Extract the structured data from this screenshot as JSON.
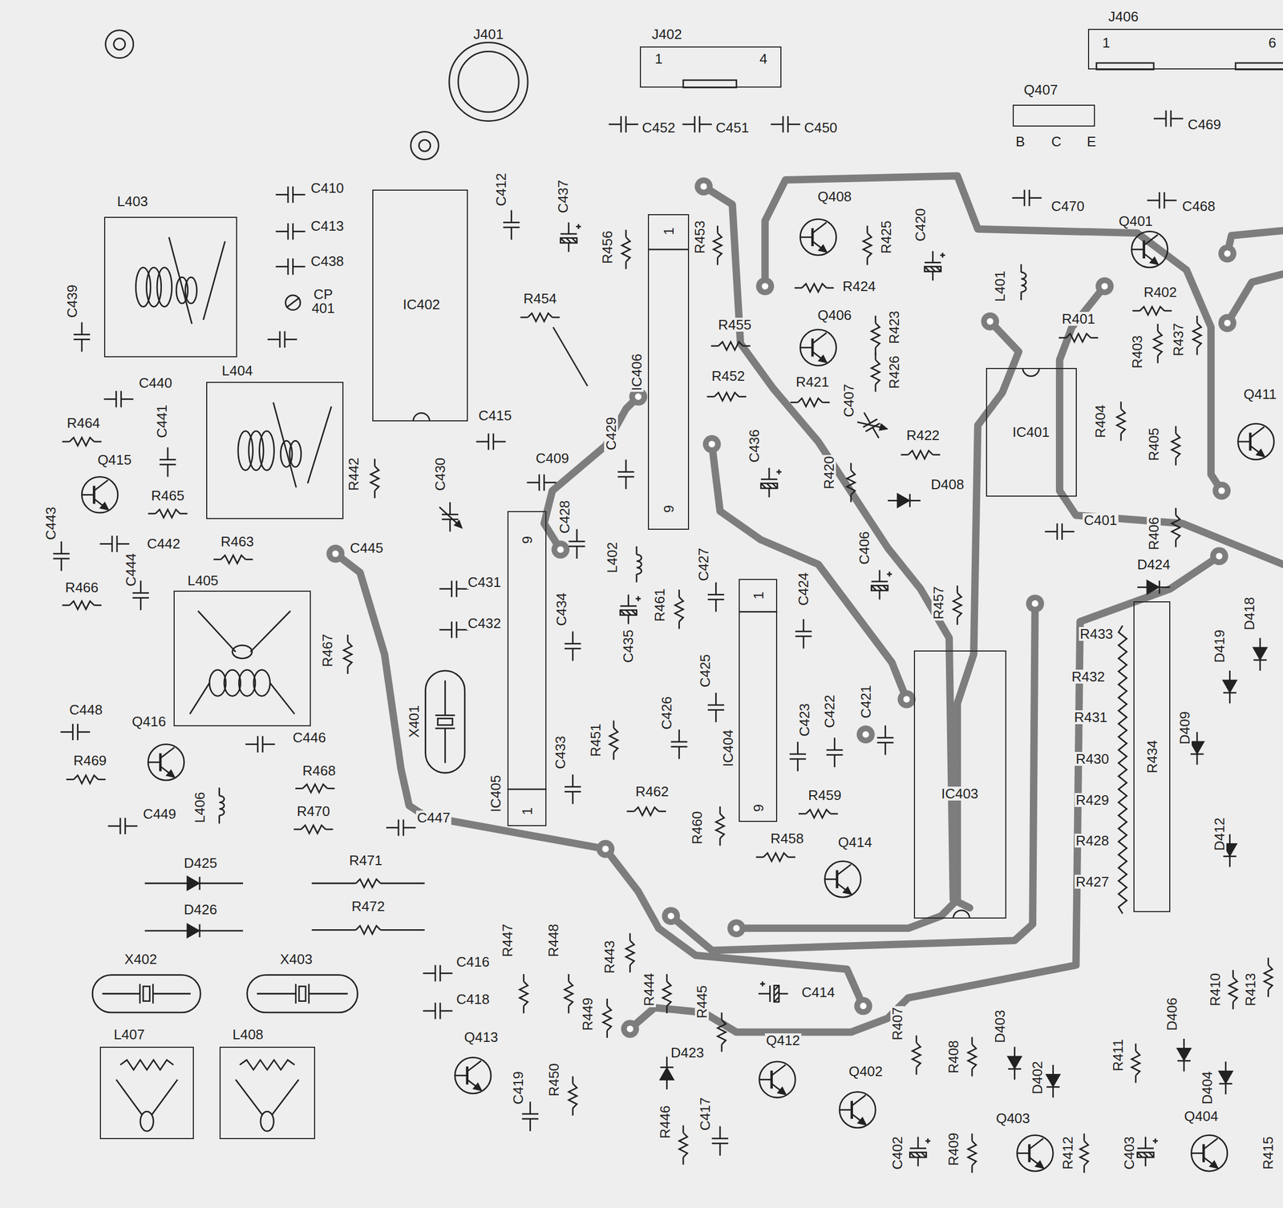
{
  "diagram": {
    "nodes": [
      {
        "text": [
          "J402",
          "1",
          "4"
        ]
      },
      {
        "text": [
          "J406",
          "1",
          "6"
        ]
      },
      {
        "text": [
          "Q407",
          "B",
          "C",
          "E"
        ]
      },
      {
        "text": [
          "L403"
        ]
      },
      {
        "text": [
          "IC402"
        ]
      },
      {
        "text": [
          "IC406",
          "1",
          "9"
        ]
      },
      {
        "text": [
          "L404"
        ]
      },
      {
        "text": [
          "IC401"
        ]
      },
      {
        "text": [
          "IC405",
          "9",
          "1"
        ]
      },
      {
        "text": [
          "L405"
        ]
      },
      {
        "text": [
          "IC404",
          "1",
          "9"
        ]
      },
      {
        "text": [
          "IC403"
        ]
      },
      {
        "text": [
          "R434"
        ]
      },
      {
        "text": [
          "L407"
        ]
      },
      {
        "text": [
          "L408"
        ]
      }
    ],
    "labels": [
      "J401",
      "C452",
      "C451",
      "C450",
      "C469",
      "C470",
      "C468",
      "Q401",
      "C410",
      "C413",
      "C438",
      "CP 401",
      "C439",
      "C412",
      "C437",
      "R456",
      "R454",
      "R453",
      "Q408",
      "R425",
      "C420",
      "R424",
      "L401",
      "R402",
      "R401",
      "Q406",
      "R423",
      "R426",
      "R455",
      "R452",
      "R421",
      "C407",
      "R422",
      "D408",
      "C436",
      "R420",
      "R403",
      "R437",
      "R404",
      "R405",
      "Q411",
      "C401",
      "R406",
      "D424",
      "C406",
      "R457",
      "C440",
      "R464",
      "C441",
      "Q415",
      "R465",
      "R442",
      "C415",
      "C409",
      "C429",
      "C430",
      "C428",
      "C443",
      "C442",
      "R463",
      "C445",
      "C444",
      "R466",
      "L402",
      "C431",
      "C432",
      "C434",
      "C435",
      "R461",
      "C427",
      "C424",
      "C425",
      "C426",
      "C423",
      "C422",
      "C421",
      "R467",
      "C448",
      "Q416",
      "R469",
      "C446",
      "R468",
      "X401",
      "C433",
      "R451",
      "R462",
      "R460",
      "R459",
      "R458",
      "Q414",
      "C449",
      "L406",
      "R470",
      "C447",
      "D425",
      "D426",
      "R471",
      "R472",
      "X402",
      "X403",
      "C416",
      "C418",
      "R447",
      "R448",
      "R443",
      "R449",
      "R444",
      "R445",
      "C414",
      "Q413",
      "C419",
      "R450",
      "D423",
      "Q412",
      "R446",
      "C417",
      "Q402",
      "R407",
      "R408",
      "D403",
      "D402",
      "Q403",
      "C402",
      "R409",
      "R412",
      "R411",
      "C403",
      "D406",
      "D404",
      "Q404",
      "R410",
      "R413",
      "R415",
      "R433",
      "R432",
      "R431",
      "R430",
      "R429",
      "R428",
      "R427",
      "D419",
      "D418",
      "D409",
      "D412"
    ]
  }
}
